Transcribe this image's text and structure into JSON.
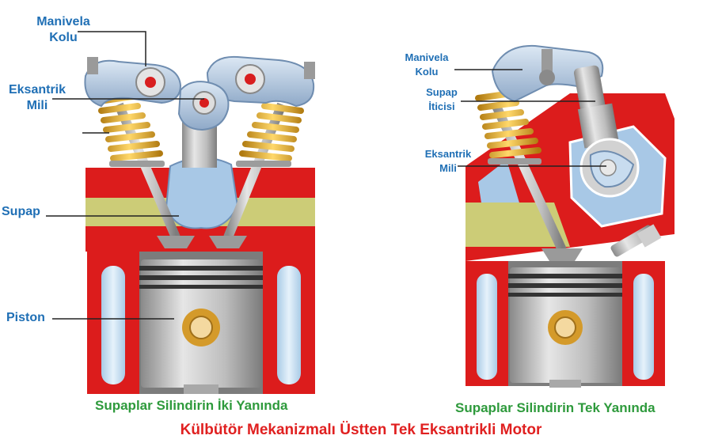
{
  "colors": {
    "label": "#1f6fb5",
    "caption": "#2e9a3c",
    "title": "#e02020",
    "block_red": "#dc1c1c",
    "coolant": "#bcd8ee",
    "spring": "#e8b838",
    "rocker": "#b8cde4",
    "steel": "#b4b4b4",
    "intake": "#cccc77"
  },
  "left_diagram": {
    "labels": {
      "rocker_arm": "Manivela\nKolu",
      "camshaft": "Eksantrik\nMili",
      "valve": "Supap",
      "piston": "Piston"
    },
    "caption": "Supaplar Silindirin İki Yanında"
  },
  "right_diagram": {
    "labels": {
      "rocker_arm": "Manivela\nKolu",
      "tappet": "Supap\nİticisi",
      "camshaft": "Eksantrik\nMili"
    },
    "caption": "Supaplar Silindirin Tek Yanında"
  },
  "title": "Külbütör Mekanizmalı Üstten Tek Eksantrikli Motor"
}
